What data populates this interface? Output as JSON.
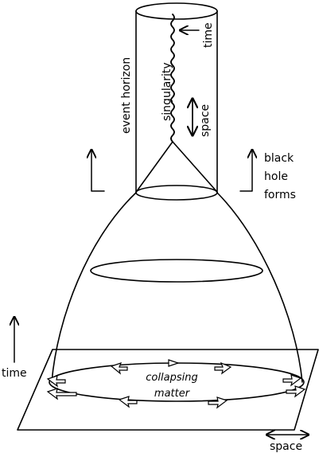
{
  "labels": {
    "event_horizon": "event horizon",
    "singularity": "singularity",
    "time_top": "time",
    "space_mid": "space",
    "black_hole_forms": [
      "black",
      "hole",
      "forms"
    ],
    "time_left": "time",
    "space_bottom": "space",
    "collapsing_matter": [
      "collapsing",
      "matter"
    ]
  }
}
